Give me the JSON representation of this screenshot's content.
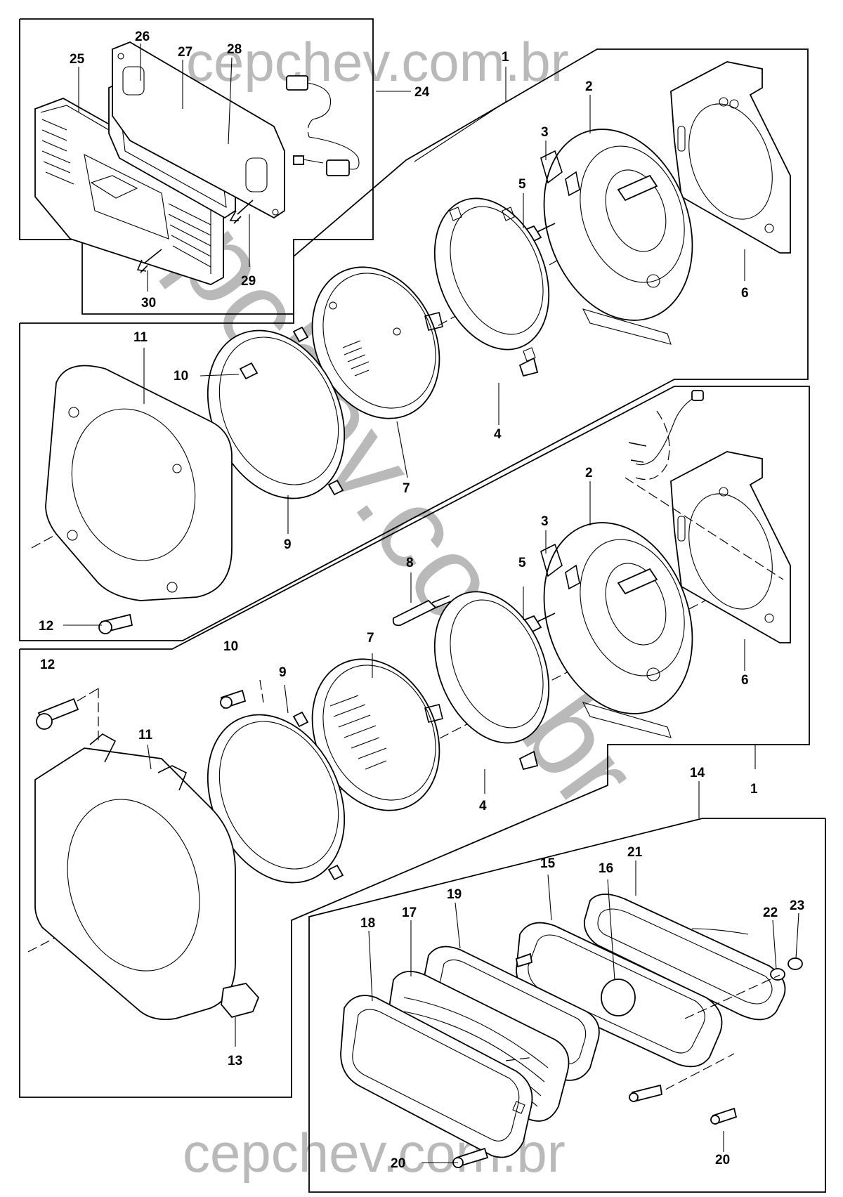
{
  "watermark": {
    "top": "cepchev.com.br",
    "bottom": "cepchev.com.br",
    "diagonal": "cepchev.com.br"
  },
  "diagram": {
    "callouts": [
      "1",
      "2",
      "3",
      "4",
      "5",
      "6",
      "7",
      "8",
      "9",
      "10",
      "11",
      "12",
      "13",
      "14",
      "15",
      "16",
      "17",
      "18",
      "19",
      "20",
      "21",
      "22",
      "23",
      "24",
      "25",
      "26",
      "27",
      "28",
      "29",
      "30"
    ],
    "groups": {
      "license_lamp": [
        "24",
        "25",
        "26",
        "27",
        "28",
        "29",
        "30"
      ],
      "headlamp_upper": [
        "1",
        "2",
        "3",
        "4",
        "5",
        "6",
        "7",
        "9",
        "10",
        "11",
        "12"
      ],
      "headlamp_lower": [
        "1",
        "2",
        "3",
        "4",
        "5",
        "6",
        "7",
        "8",
        "9",
        "10",
        "11",
        "12",
        "13"
      ],
      "tail_lamp": [
        "14",
        "15",
        "16",
        "17",
        "18",
        "19",
        "20",
        "21",
        "22",
        "23"
      ]
    }
  }
}
